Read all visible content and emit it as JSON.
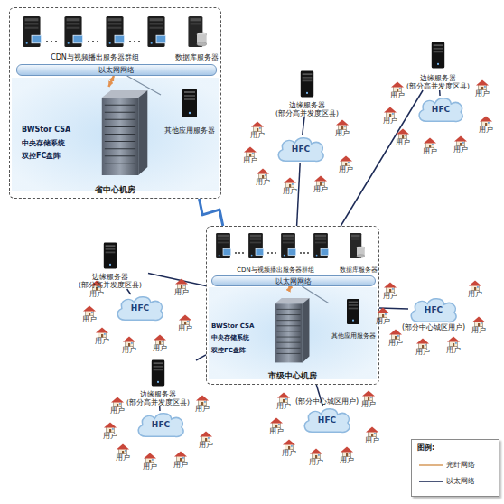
{
  "diagram": {
    "nodes": [
      {
        "text": [
          "省中心机房"
        ]
      },
      {
        "text": [
          "CDN与视频播出服务器群组"
        ],
        "in": 0
      },
      {
        "text": [
          "数据库服务器"
        ],
        "in": 0
      },
      {
        "text": [
          "以太网网络"
        ],
        "in": 0
      },
      {
        "text": [
          "其他应用服务器"
        ],
        "in": 0
      },
      {
        "text": [
          "BWStor CSA",
          "中央存储系统",
          "双控FC盘阵"
        ],
        "in": 0
      },
      {
        "text": [
          "市级中心机房"
        ]
      },
      {
        "text": [
          "CDN与视频播出服务器群组"
        ],
        "in": 6
      },
      {
        "text": [
          "数据库服务器"
        ],
        "in": 6
      },
      {
        "text": [
          "以太网网络"
        ],
        "in": 6
      },
      {
        "text": [
          "其他应用服务器"
        ],
        "in": 6
      },
      {
        "text": [
          "BWStor CSA",
          "中央存储系统",
          "双控FC盘阵"
        ],
        "in": 6
      },
      {
        "text": [
          "边缘服务器",
          "(部分高并发度区县)"
        ]
      },
      {
        "text": [
          "HFC"
        ]
      },
      {
        "text": [
          "边缘服务器",
          "(部分高并发度区县)"
        ]
      },
      {
        "text": [
          "HFC"
        ]
      },
      {
        "text": [
          "边缘服务器",
          "(部分高并发度区县)"
        ]
      },
      {
        "text": [
          "HFC"
        ]
      },
      {
        "text": [
          "边缘服务器",
          "(部分高并发度区县)"
        ]
      },
      {
        "text": [
          "HFC"
        ]
      },
      {
        "text": [
          "HFC",
          "(部分中心城区用户)"
        ]
      },
      {
        "text": [
          "(部分中心城区用户)",
          "HFC"
        ]
      }
    ],
    "edges": [
      {
        "from": 0,
        "to": 6,
        "arrow": "none"
      },
      {
        "from": 4,
        "to": 3,
        "arrow": "none"
      },
      {
        "from": 5,
        "to": 3,
        "arrow": "both"
      },
      {
        "from": 10,
        "to": 9,
        "arrow": "none"
      },
      {
        "from": 11,
        "to": 9,
        "arrow": "both"
      },
      {
        "from": 6,
        "to": 13,
        "arrow": "none"
      },
      {
        "from": 12,
        "to": 13,
        "arrow": "none"
      },
      {
        "from": 6,
        "to": 14,
        "arrow": "none"
      },
      {
        "from": 14,
        "to": 15,
        "arrow": "none"
      },
      {
        "from": 6,
        "to": 16,
        "arrow": "none"
      },
      {
        "from": 16,
        "to": 17,
        "arrow": "none"
      },
      {
        "from": 6,
        "to": 18,
        "arrow": "none"
      },
      {
        "from": 18,
        "to": 19,
        "arrow": "none"
      },
      {
        "from": 6,
        "to": 20,
        "arrow": "none"
      },
      {
        "from": 6,
        "to": 21,
        "arrow": "none"
      }
    ],
    "labels": [
      "用户",
      "用户",
      "用户",
      "用户",
      "用户",
      "用户",
      "用户",
      "用户",
      "用户",
      "用户",
      "用户",
      "用户",
      "用户",
      "用户",
      "用户",
      "用户",
      "用户",
      "用户",
      "用户",
      "用户",
      "用户",
      "用户",
      "用户",
      "用户",
      "用户",
      "用户",
      "用户",
      "用户",
      "用户",
      "用户",
      "用户",
      "用户",
      "用户",
      "用户",
      "用户",
      "用户",
      "用户",
      "用户",
      "用户",
      "用户",
      "用户",
      "用户",
      "图例:"
    ],
    "legend": [
      {
        "text": "光纤网络"
      },
      {
        "text": "以太网络"
      }
    ]
  }
}
